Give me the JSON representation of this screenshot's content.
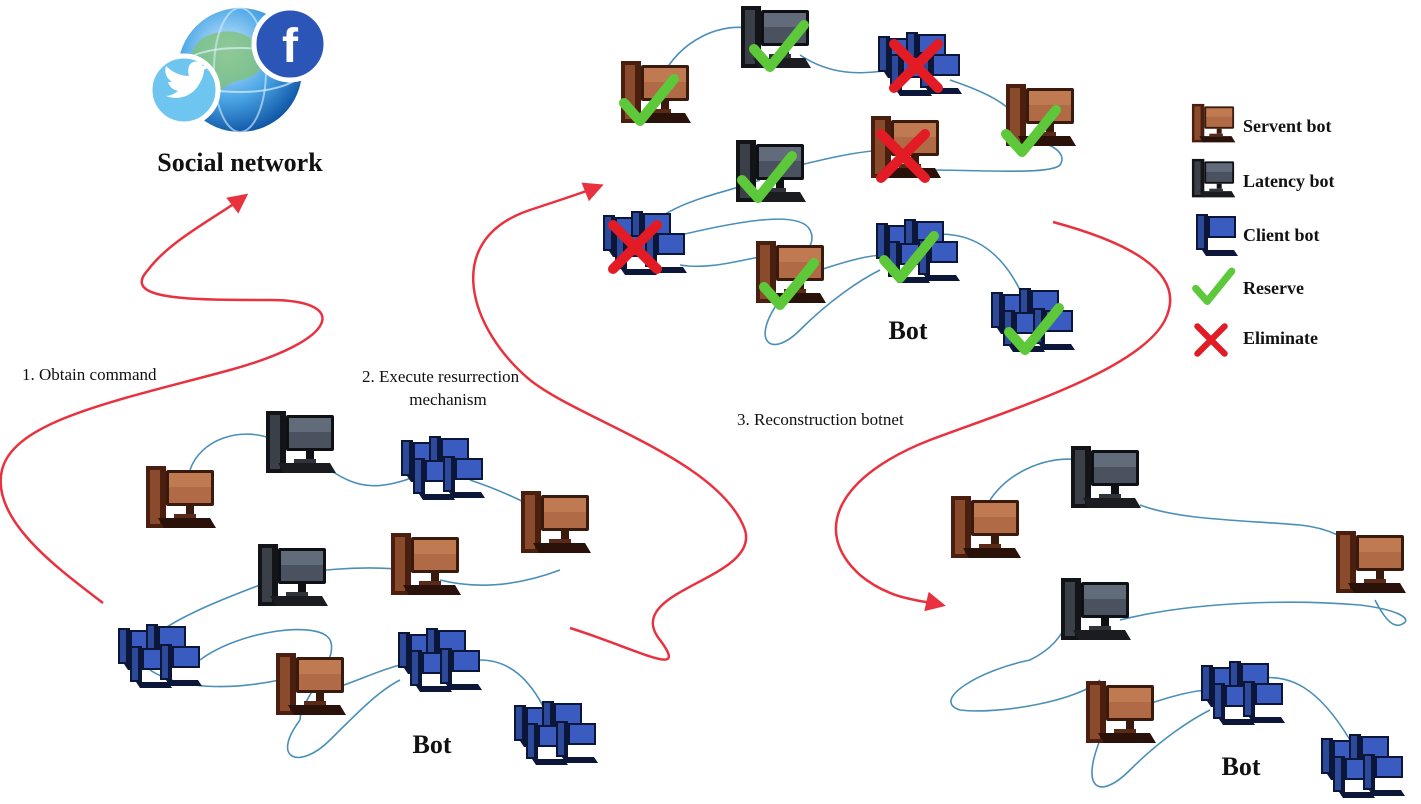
{
  "social_network": {
    "title": "Social network",
    "icons": [
      "globe-icon",
      "facebook-icon",
      "twitter-icon"
    ]
  },
  "steps": {
    "step1": "1. Obtain command",
    "step2_line1": "2. Execute resurrection",
    "step2_line2": "mechanism",
    "step3": "3. Reconstruction botnet"
  },
  "clusters": {
    "initial": {
      "label": "Bot"
    },
    "filtered": {
      "label": "Bot"
    },
    "reconstructed": {
      "label": "Bot"
    }
  },
  "legend": {
    "items": [
      {
        "kind": "servent",
        "label": "Servent bot"
      },
      {
        "kind": "latency",
        "label": "Latency bot"
      },
      {
        "kind": "client",
        "label": "Client bot"
      },
      {
        "kind": "check",
        "label": "Reserve"
      },
      {
        "kind": "cross",
        "label": "Eliminate"
      }
    ]
  },
  "colors": {
    "arrow": "#e8323f",
    "link": "#4a8fb8",
    "check": "#5cc83a",
    "cross": "#e21b24",
    "servent": "#7a3d24",
    "latency": "#2b2f36",
    "client": "#1f2f6b"
  }
}
